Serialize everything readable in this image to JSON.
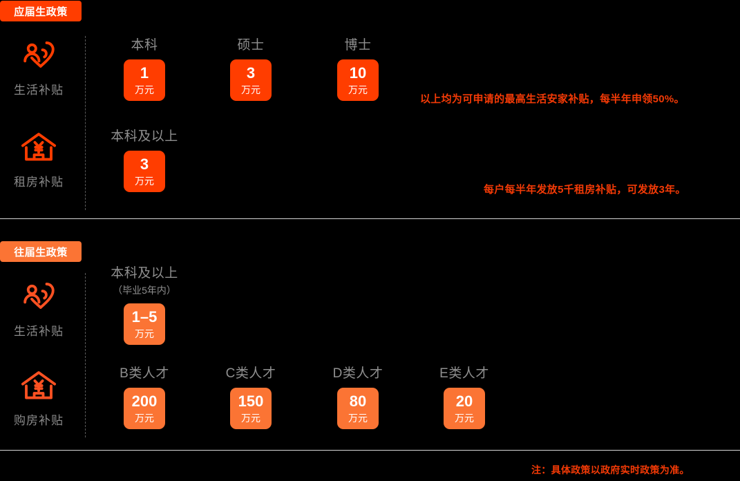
{
  "colors": {
    "background": "#000000",
    "accent_red": "#FF3D00",
    "accent_orange": "#FB7434",
    "note_text": "#F43A06",
    "label_gray": "#8f8f8f",
    "rule_gray": "#d8d8d8"
  },
  "sections": [
    {
      "tag": "应届生政策",
      "rows": [
        {
          "icon": "family-heart-icon",
          "caption": "生活补贴",
          "items": [
            {
              "label": "本科",
              "sublabel": "",
              "amount": "1",
              "unit": "万元"
            },
            {
              "label": "硕士",
              "sublabel": "",
              "amount": "3",
              "unit": "万元"
            },
            {
              "label": "博士",
              "sublabel": "",
              "amount": "10",
              "unit": "万元"
            }
          ],
          "note": "以上均为可申请的最高生活安家补贴，每半年申领50%。"
        },
        {
          "icon": "house-yen-icon",
          "caption": "租房补贴",
          "items": [
            {
              "label": "本科及以上",
              "sublabel": "",
              "amount": "3",
              "unit": "万元"
            }
          ],
          "note": "每户每半年发放5千租房补贴，可发放3年。"
        }
      ]
    },
    {
      "tag": "往届生政策",
      "rows": [
        {
          "icon": "family-heart-icon",
          "caption": "生活补贴",
          "items": [
            {
              "label": "本科及以上",
              "sublabel": "（毕业5年内）",
              "amount": "1–5",
              "unit": "万元"
            }
          ],
          "note": ""
        },
        {
          "icon": "house-yen-icon",
          "caption": "购房补贴",
          "items": [
            {
              "label": "B类人才",
              "sublabel": "",
              "amount": "200",
              "unit": "万元"
            },
            {
              "label": "C类人才",
              "sublabel": "",
              "amount": "150",
              "unit": "万元"
            },
            {
              "label": "D类人才",
              "sublabel": "",
              "amount": "80",
              "unit": "万元"
            },
            {
              "label": "E类人才",
              "sublabel": "",
              "amount": "20",
              "unit": "万元"
            }
          ],
          "note": ""
        }
      ]
    }
  ],
  "footnote": "注：具体政策以政府实时政策为准。"
}
